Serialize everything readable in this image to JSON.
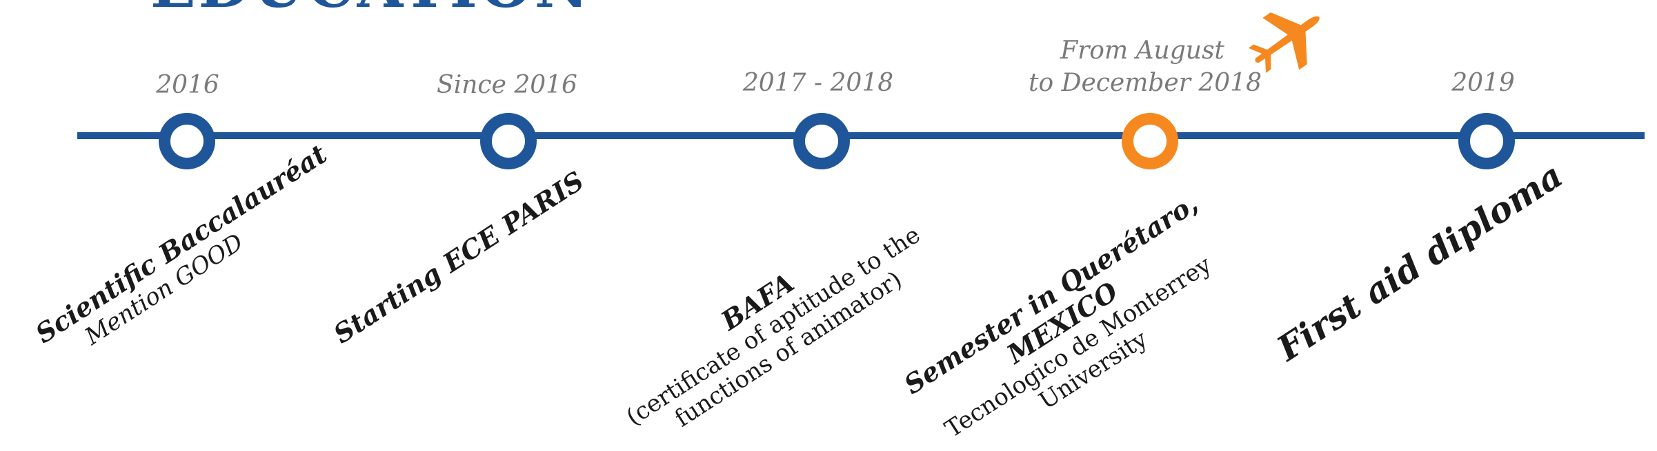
{
  "header": {
    "title_fragment": "EDUCATION"
  },
  "colors": {
    "line": "#1f569a",
    "node": "#1f569a",
    "highlight": "#f5891f",
    "date": "#7a7a7a",
    "text": "#1a1a1a"
  },
  "icons": {
    "travel": "airplane-icon"
  },
  "timeline": {
    "events": [
      {
        "date": "2016",
        "title": "Scientific Baccalauréat",
        "subtitle": "Mention GOOD",
        "highlight": false
      },
      {
        "date": "Since 2016",
        "title": "Starting ECE PARIS",
        "subtitle": "",
        "highlight": false
      },
      {
        "date": "2017 - 2018",
        "title": "BAFA",
        "subtitle_lines": [
          "(certificate of aptitude to the",
          "functions of animator)"
        ],
        "highlight": false
      },
      {
        "date_lines": [
          "From August",
          "to December 2018"
        ],
        "title_lines": [
          "Semester in Querétaro,",
          "MEXICO"
        ],
        "subtitle_lines": [
          "Tecnologico de Monterrey",
          "University"
        ],
        "highlight": true
      },
      {
        "date": "2019",
        "title": "First aid diploma",
        "subtitle": "",
        "highlight": false
      }
    ]
  }
}
